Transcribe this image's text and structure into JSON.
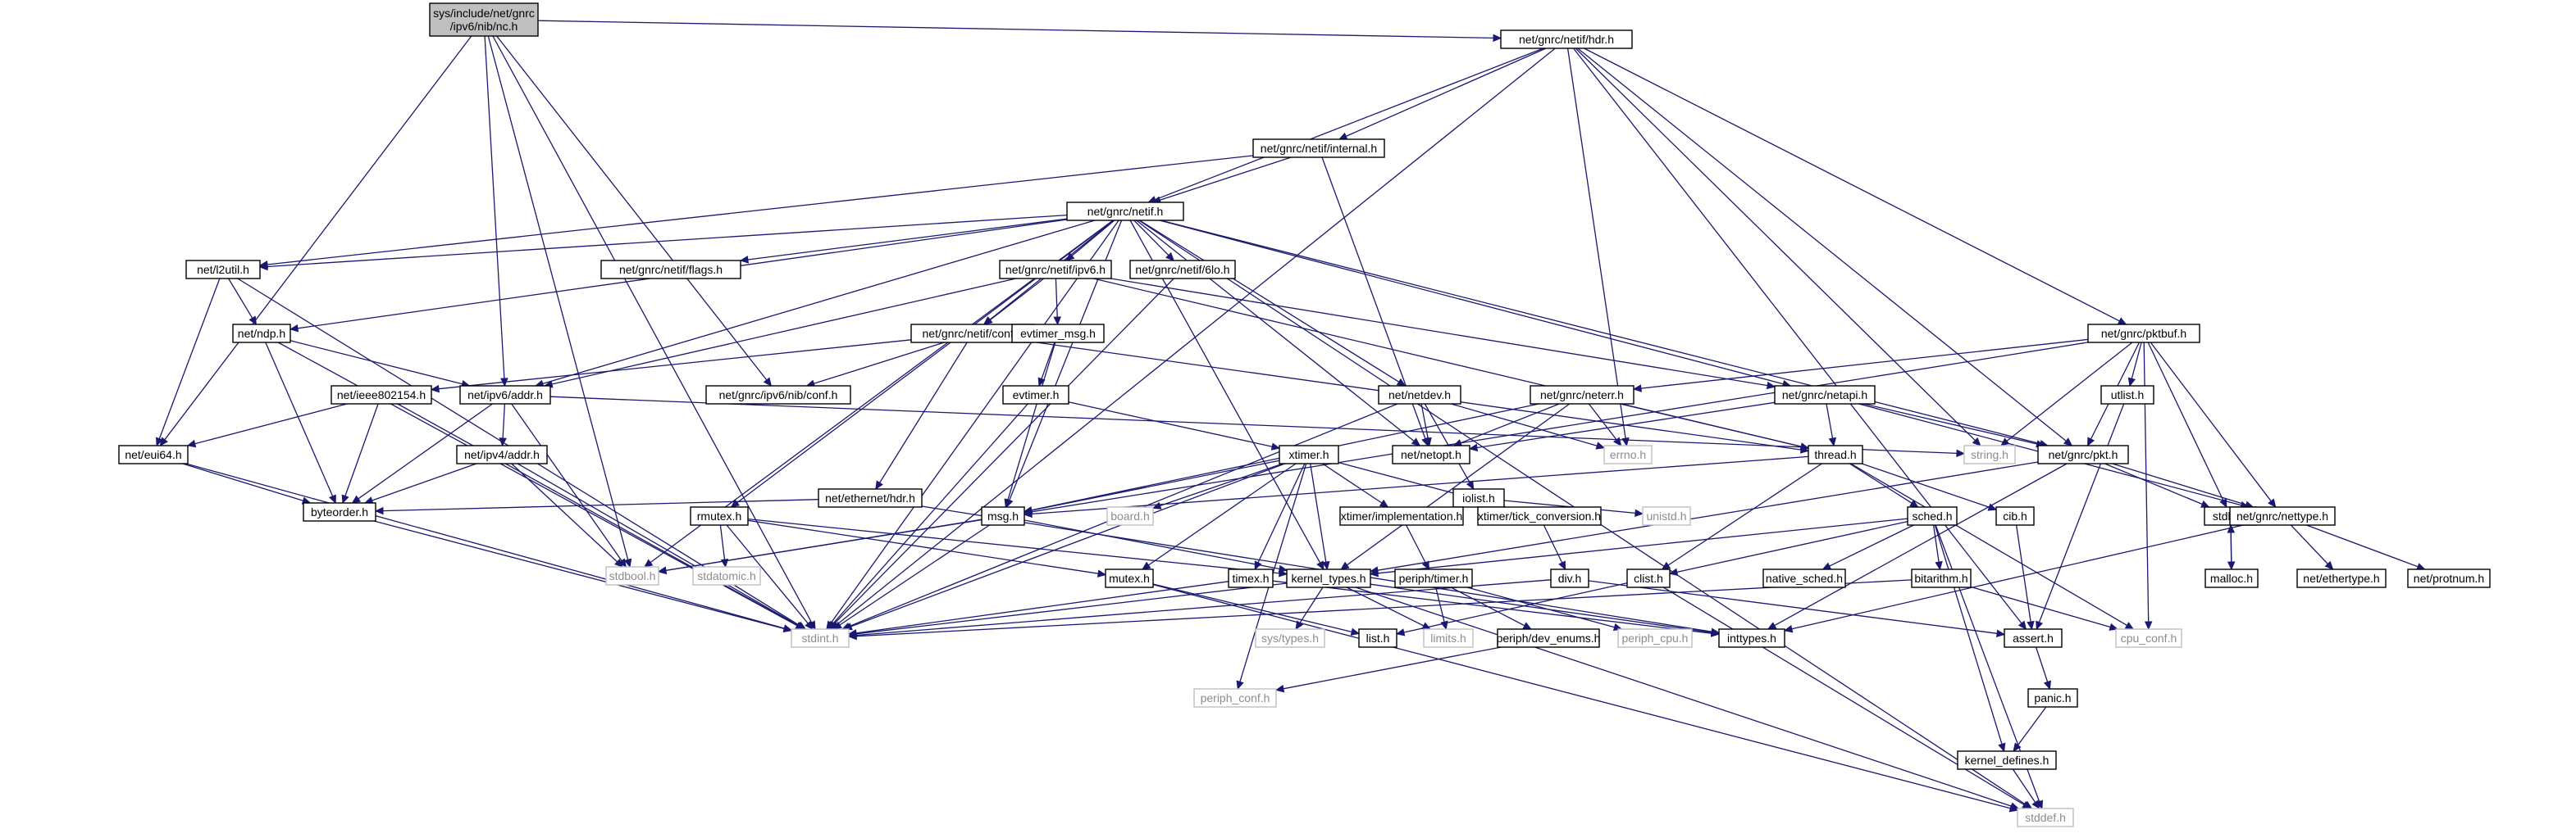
{
  "diagram": {
    "type": "include-dependency-graph",
    "colors": {
      "edge": "#191970",
      "root_fill": "#bfbfbf",
      "node_border": "#000000",
      "external_border": "#bfbfbf",
      "external_text": "#8c8c8c"
    },
    "nodes": [
      {
        "id": "root",
        "lines": [
          "sys/include/net/gnrc",
          "/ipv6/nib/nc.h"
        ],
        "style": "root"
      },
      {
        "id": "netif_hdr",
        "lines": [
          "net/gnrc/netif/hdr.h"
        ],
        "style": "normal"
      },
      {
        "id": "netif_internal",
        "lines": [
          "net/gnrc/netif/internal.h"
        ],
        "style": "normal"
      },
      {
        "id": "netif_h",
        "lines": [
          "net/gnrc/netif.h"
        ],
        "style": "normal"
      },
      {
        "id": "l2util",
        "lines": [
          "net/l2util.h"
        ],
        "style": "normal"
      },
      {
        "id": "netif_flags",
        "lines": [
          "net/gnrc/netif/flags.h"
        ],
        "style": "normal"
      },
      {
        "id": "netif_ipv6",
        "lines": [
          "net/gnrc/netif/ipv6.h"
        ],
        "style": "normal"
      },
      {
        "id": "netif_6lo",
        "lines": [
          "net/gnrc/netif/6lo.h"
        ],
        "style": "normal"
      },
      {
        "id": "pktbuf",
        "lines": [
          "net/gnrc/pktbuf.h"
        ],
        "style": "normal"
      },
      {
        "id": "ndp",
        "lines": [
          "net/ndp.h"
        ],
        "style": "normal"
      },
      {
        "id": "netif_conf",
        "lines": [
          "net/gnrc/netif/conf.h"
        ],
        "style": "normal"
      },
      {
        "id": "evtimer_msg",
        "lines": [
          "evtimer_msg.h"
        ],
        "style": "normal"
      },
      {
        "id": "ieee802154",
        "lines": [
          "net/ieee802154.h"
        ],
        "style": "normal"
      },
      {
        "id": "ipv6_addr",
        "lines": [
          "net/ipv6/addr.h"
        ],
        "style": "normal"
      },
      {
        "id": "nib_conf",
        "lines": [
          "net/gnrc/ipv6/nib/conf.h"
        ],
        "style": "normal"
      },
      {
        "id": "evtimer",
        "lines": [
          "evtimer.h"
        ],
        "style": "normal"
      },
      {
        "id": "netdev",
        "lines": [
          "net/netdev.h"
        ],
        "style": "normal"
      },
      {
        "id": "neterr",
        "lines": [
          "net/gnrc/neterr.h"
        ],
        "style": "normal"
      },
      {
        "id": "netapi",
        "lines": [
          "net/gnrc/netapi.h"
        ],
        "style": "normal"
      },
      {
        "id": "utlist",
        "lines": [
          "utlist.h"
        ],
        "style": "normal"
      },
      {
        "id": "eui64",
        "lines": [
          "net/eui64.h"
        ],
        "style": "normal"
      },
      {
        "id": "ipv4_addr",
        "lines": [
          "net/ipv4/addr.h"
        ],
        "style": "normal"
      },
      {
        "id": "ethernet_hdr",
        "lines": [
          "net/ethernet/hdr.h"
        ],
        "style": "normal"
      },
      {
        "id": "netopt",
        "lines": [
          "net/netopt.h"
        ],
        "style": "normal"
      },
      {
        "id": "xtimer",
        "lines": [
          "xtimer.h"
        ],
        "style": "normal"
      },
      {
        "id": "iolist",
        "lines": [
          "iolist.h"
        ],
        "style": "normal"
      },
      {
        "id": "errno",
        "lines": [
          "errno.h"
        ],
        "style": "muted"
      },
      {
        "id": "string",
        "lines": [
          "string.h"
        ],
        "style": "muted"
      },
      {
        "id": "pkt",
        "lines": [
          "net/gnrc/pkt.h"
        ],
        "style": "normal"
      },
      {
        "id": "thread",
        "lines": [
          "thread.h"
        ],
        "style": "normal"
      },
      {
        "id": "byteorder",
        "lines": [
          "byteorder.h"
        ],
        "style": "normal"
      },
      {
        "id": "rmutex",
        "lines": [
          "rmutex.h"
        ],
        "style": "normal"
      },
      {
        "id": "msg",
        "lines": [
          "msg.h"
        ],
        "style": "normal"
      },
      {
        "id": "board",
        "lines": [
          "board.h"
        ],
        "style": "muted"
      },
      {
        "id": "xtimer_impl",
        "lines": [
          "xtimer/implementation.h"
        ],
        "style": "normal"
      },
      {
        "id": "xtimer_tick",
        "lines": [
          "xtimer/tick_conversion.h"
        ],
        "style": "normal"
      },
      {
        "id": "unistd",
        "lines": [
          "unistd.h"
        ],
        "style": "muted"
      },
      {
        "id": "cib",
        "lines": [
          "cib.h"
        ],
        "style": "normal"
      },
      {
        "id": "sched",
        "lines": [
          "sched.h"
        ],
        "style": "normal"
      },
      {
        "id": "stdlib",
        "lines": [
          "stdlib.h"
        ],
        "style": "normal"
      },
      {
        "id": "nettype",
        "lines": [
          "net/gnrc/nettype.h"
        ],
        "style": "normal"
      },
      {
        "id": "stdbool",
        "lines": [
          "stdbool.h"
        ],
        "style": "muted"
      },
      {
        "id": "stdatomic",
        "lines": [
          "stdatomic.h"
        ],
        "style": "muted"
      },
      {
        "id": "mutex",
        "lines": [
          "mutex.h"
        ],
        "style": "normal"
      },
      {
        "id": "timex",
        "lines": [
          "timex.h"
        ],
        "style": "normal"
      },
      {
        "id": "kernel_types",
        "lines": [
          "kernel_types.h"
        ],
        "style": "normal"
      },
      {
        "id": "periph_timer",
        "lines": [
          "periph/timer.h"
        ],
        "style": "normal"
      },
      {
        "id": "div",
        "lines": [
          "div.h"
        ],
        "style": "normal"
      },
      {
        "id": "clist",
        "lines": [
          "clist.h"
        ],
        "style": "normal"
      },
      {
        "id": "native_sched",
        "lines": [
          "native_sched.h"
        ],
        "style": "normal"
      },
      {
        "id": "bitarithm",
        "lines": [
          "bitarithm.h"
        ],
        "style": "normal"
      },
      {
        "id": "malloc",
        "lines": [
          "malloc.h"
        ],
        "style": "normal"
      },
      {
        "id": "ethertype",
        "lines": [
          "net/ethertype.h"
        ],
        "style": "normal"
      },
      {
        "id": "protnum",
        "lines": [
          "net/protnum.h"
        ],
        "style": "normal"
      },
      {
        "id": "stdint",
        "lines": [
          "stdint.h"
        ],
        "style": "muted"
      },
      {
        "id": "list",
        "lines": [
          "list.h"
        ],
        "style": "normal"
      },
      {
        "id": "sys_types",
        "lines": [
          "sys/types.h"
        ],
        "style": "muted"
      },
      {
        "id": "limits",
        "lines": [
          "limits.h"
        ],
        "style": "muted"
      },
      {
        "id": "dev_enums",
        "lines": [
          "periph/dev_enums.h"
        ],
        "style": "normal"
      },
      {
        "id": "periph_cpu",
        "lines": [
          "periph_cpu.h"
        ],
        "style": "muted"
      },
      {
        "id": "inttypes",
        "lines": [
          "inttypes.h"
        ],
        "style": "normal"
      },
      {
        "id": "assert",
        "lines": [
          "assert.h"
        ],
        "style": "normal"
      },
      {
        "id": "cpu_conf",
        "lines": [
          "cpu_conf.h"
        ],
        "style": "muted"
      },
      {
        "id": "periph_conf",
        "lines": [
          "periph_conf.h"
        ],
        "style": "muted"
      },
      {
        "id": "panic",
        "lines": [
          "panic.h"
        ],
        "style": "normal"
      },
      {
        "id": "kernel_defines",
        "lines": [
          "kernel_defines.h"
        ],
        "style": "normal"
      },
      {
        "id": "stddef",
        "lines": [
          "stddef.h"
        ],
        "style": "muted"
      }
    ],
    "edges": [
      [
        "root",
        "netif_hdr"
      ],
      [
        "root",
        "stdint"
      ],
      [
        "root",
        "eui64"
      ],
      [
        "root",
        "ipv6_addr"
      ],
      [
        "root",
        "stdbool"
      ],
      [
        "root",
        "nib_conf"
      ],
      [
        "netif_hdr",
        "netif_internal"
      ],
      [
        "netif_hdr",
        "netif_h"
      ],
      [
        "netif_hdr",
        "stdint"
      ],
      [
        "netif_hdr",
        "errno"
      ],
      [
        "netif_hdr",
        "string"
      ],
      [
        "netif_hdr",
        "pkt"
      ],
      [
        "netif_hdr",
        "pktbuf"
      ],
      [
        "netif_hdr",
        "assert"
      ],
      [
        "netif_internal",
        "netif_h"
      ],
      [
        "netif_internal",
        "netopt"
      ],
      [
        "netif_internal",
        "l2util"
      ],
      [
        "netif_h",
        "l2util"
      ],
      [
        "netif_h",
        "netif_flags"
      ],
      [
        "netif_h",
        "netif_ipv6"
      ],
      [
        "netif_h",
        "netif_6lo"
      ],
      [
        "netif_h",
        "ndp"
      ],
      [
        "netif_h",
        "netif_conf"
      ],
      [
        "netif_h",
        "ipv6_addr"
      ],
      [
        "netif_h",
        "netopt"
      ],
      [
        "netif_h",
        "netdev"
      ],
      [
        "netif_h",
        "netapi"
      ],
      [
        "netif_h",
        "pkt"
      ],
      [
        "netif_h",
        "rmutex"
      ],
      [
        "netif_h",
        "stdint"
      ],
      [
        "netif_h",
        "stdbool"
      ],
      [
        "netif_h",
        "msg"
      ],
      [
        "netif_h",
        "stddef"
      ],
      [
        "netif_h",
        "kernel_types"
      ],
      [
        "l2util",
        "ndp"
      ],
      [
        "l2util",
        "eui64"
      ],
      [
        "l2util",
        "stdint"
      ],
      [
        "netif_ipv6",
        "netif_conf"
      ],
      [
        "netif_ipv6",
        "evtimer_msg"
      ],
      [
        "netif_ipv6",
        "ipv6_addr"
      ],
      [
        "netif_ipv6",
        "netapi"
      ],
      [
        "netif_ipv6",
        "thread"
      ],
      [
        "netif_6lo",
        "stdint"
      ],
      [
        "pktbuf",
        "neterr"
      ],
      [
        "pktbuf",
        "pkt"
      ],
      [
        "pktbuf",
        "nettype"
      ],
      [
        "pktbuf",
        "utlist"
      ],
      [
        "pktbuf",
        "stdlib"
      ],
      [
        "pktbuf",
        "string"
      ],
      [
        "pktbuf",
        "cpu_conf"
      ],
      [
        "pktbuf",
        "stdbool"
      ],
      [
        "ndp",
        "ipv6_addr"
      ],
      [
        "ndp",
        "byteorder"
      ],
      [
        "ndp",
        "stdint"
      ],
      [
        "netif_conf",
        "ieee802154"
      ],
      [
        "netif_conf",
        "nib_conf"
      ],
      [
        "netif_conf",
        "ethernet_hdr"
      ],
      [
        "netif_conf",
        "thread"
      ],
      [
        "evtimer_msg",
        "evtimer"
      ],
      [
        "evtimer_msg",
        "msg"
      ],
      [
        "ieee802154",
        "eui64"
      ],
      [
        "ieee802154",
        "byteorder"
      ],
      [
        "ieee802154",
        "stdint"
      ],
      [
        "ipv6_addr",
        "ipv4_addr"
      ],
      [
        "ipv6_addr",
        "byteorder"
      ],
      [
        "ipv6_addr",
        "stdbool"
      ],
      [
        "ipv6_addr",
        "string"
      ],
      [
        "evtimer",
        "xtimer"
      ],
      [
        "evtimer",
        "stdint"
      ],
      [
        "netdev",
        "netopt"
      ],
      [
        "netdev",
        "iolist"
      ],
      [
        "netdev",
        "errno"
      ],
      [
        "netdev",
        "stdint"
      ],
      [
        "neterr",
        "netopt"
      ],
      [
        "neterr",
        "errno"
      ],
      [
        "neterr",
        "thread"
      ],
      [
        "neterr",
        "msg"
      ],
      [
        "neterr",
        "kernel_types"
      ],
      [
        "netapi",
        "thread"
      ],
      [
        "netapi",
        "netopt"
      ],
      [
        "netapi",
        "pkt"
      ],
      [
        "netapi",
        "nettype"
      ],
      [
        "utlist",
        "assert"
      ],
      [
        "eui64",
        "byteorder"
      ],
      [
        "eui64",
        "stdint"
      ],
      [
        "ipv4_addr",
        "byteorder"
      ],
      [
        "ipv4_addr",
        "stdbool"
      ],
      [
        "ipv4_addr",
        "stdint"
      ],
      [
        "ethernet_hdr",
        "byteorder"
      ],
      [
        "ethernet_hdr",
        "inttypes"
      ],
      [
        "xtimer",
        "msg"
      ],
      [
        "xtimer",
        "mutex"
      ],
      [
        "xtimer",
        "board"
      ],
      [
        "xtimer",
        "xtimer_impl"
      ],
      [
        "xtimer",
        "xtimer_tick"
      ],
      [
        "xtimer",
        "timex"
      ],
      [
        "xtimer",
        "stdint"
      ],
      [
        "xtimer",
        "kernel_types"
      ],
      [
        "xtimer",
        "periph_conf"
      ],
      [
        "iolist",
        "unistd"
      ],
      [
        "pkt",
        "nettype"
      ],
      [
        "pkt",
        "stdlib"
      ],
      [
        "pkt",
        "inttypes"
      ],
      [
        "pkt",
        "kernel_types"
      ],
      [
        "thread",
        "clist"
      ],
      [
        "thread",
        "cib"
      ],
      [
        "thread",
        "msg"
      ],
      [
        "thread",
        "sched"
      ],
      [
        "thread",
        "cpu_conf"
      ],
      [
        "byteorder",
        "stdint"
      ],
      [
        "rmutex",
        "stdatomic"
      ],
      [
        "rmutex",
        "mutex"
      ],
      [
        "rmutex",
        "kernel_types"
      ],
      [
        "rmutex",
        "stdint"
      ],
      [
        "msg",
        "kernel_types"
      ],
      [
        "msg",
        "stdbool"
      ],
      [
        "msg",
        "stdint"
      ],
      [
        "xtimer_impl",
        "periph_timer"
      ],
      [
        "xtimer_tick",
        "div"
      ],
      [
        "cib",
        "assert"
      ],
      [
        "sched",
        "kernel_types"
      ],
      [
        "sched",
        "native_sched"
      ],
      [
        "sched",
        "bitarithm"
      ],
      [
        "sched",
        "clist"
      ],
      [
        "sched",
        "stddef"
      ],
      [
        "sched",
        "kernel_defines"
      ],
      [
        "stdlib",
        "malloc"
      ],
      [
        "nettype",
        "ethertype"
      ],
      [
        "nettype",
        "protnum"
      ],
      [
        "nettype",
        "inttypes"
      ],
      [
        "mutex",
        "list"
      ],
      [
        "mutex",
        "stddef"
      ],
      [
        "timex",
        "stdint"
      ],
      [
        "timex",
        "inttypes"
      ],
      [
        "kernel_types",
        "sys_types"
      ],
      [
        "kernel_types",
        "limits"
      ],
      [
        "kernel_types",
        "inttypes"
      ],
      [
        "kernel_types",
        "stddef"
      ],
      [
        "kernel_types",
        "stdint"
      ],
      [
        "periph_timer",
        "dev_enums"
      ],
      [
        "periph_timer",
        "periph_cpu"
      ],
      [
        "periph_timer",
        "limits"
      ],
      [
        "div",
        "stdint"
      ],
      [
        "div",
        "assert"
      ],
      [
        "clist",
        "list"
      ],
      [
        "clist",
        "stddef"
      ],
      [
        "bitarithm",
        "stdint"
      ],
      [
        "bitarithm",
        "cpu_conf"
      ],
      [
        "malloc",
        "stdlib"
      ],
      [
        "dev_enums",
        "periph_conf"
      ],
      [
        "assert",
        "panic"
      ],
      [
        "panic",
        "kernel_defines"
      ],
      [
        "kernel_defines",
        "stddef"
      ]
    ]
  }
}
